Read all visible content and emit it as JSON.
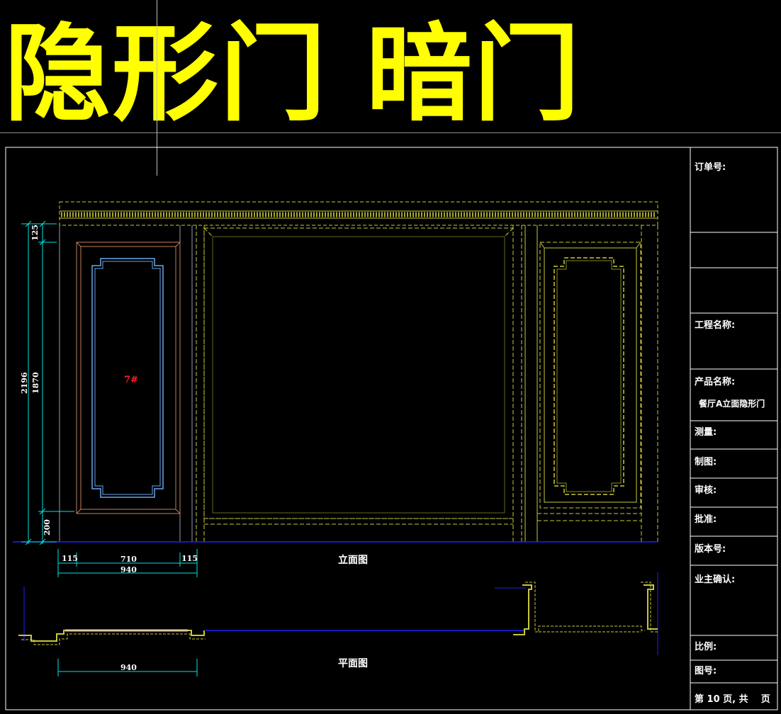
{
  "title": "隐形门  暗门",
  "views": {
    "elevation": "立面图",
    "plan": "平面图"
  },
  "door_tag": "7#",
  "dimensions": {
    "top_band": "125",
    "total_height": "2196",
    "door_height": "1870",
    "bottom": "200",
    "left_margin": "115",
    "door_width": "710",
    "right_margin": "115",
    "overall_width": "940",
    "plan_width": "940"
  },
  "title_block": {
    "order_no": "订单号:",
    "project_name": "工程名称:",
    "product_name": "产品名称:",
    "product_value": "餐厅A立面隐形门",
    "measure": "测量:",
    "drawing": "制图:",
    "review": "审核:",
    "approve": "批准:",
    "version": "版本号:",
    "owner_confirm": "业主确认:",
    "scale": "比例:",
    "drawing_no": "图号:",
    "page": "第 10 页, 共    页"
  },
  "colors": {
    "title": "#ffff00",
    "dimension": "#00ffff",
    "door_frame": "#c08060",
    "door_panel": "#6aa6e8",
    "wall_dashed": "#c8c83a",
    "ground": "#2020ff"
  }
}
